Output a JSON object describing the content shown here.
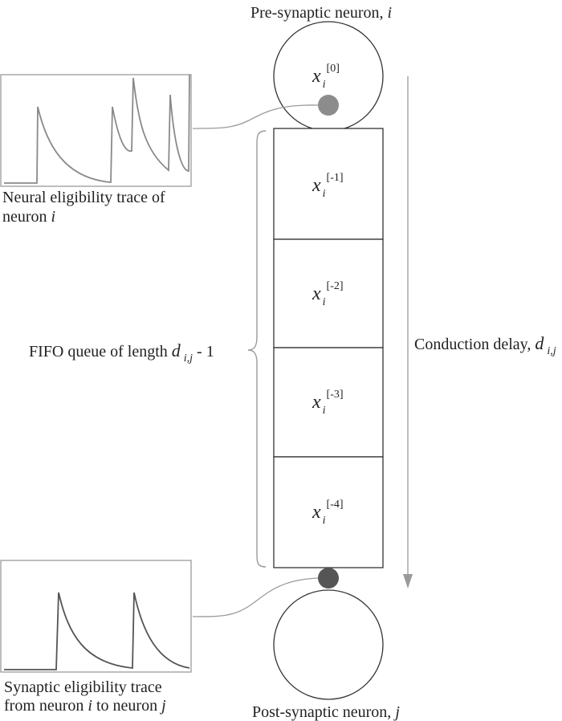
{
  "labels": {
    "pre_neuron": "Pre-synaptic neuron,",
    "pre_neuron_var": "i",
    "post_neuron": "Post-synaptic neuron,",
    "post_neuron_var": "j",
    "neural_trace_line1": "Neural eligibility trace of",
    "neural_trace_line2": "neuron",
    "neural_trace_var": "i",
    "synaptic_trace_line1": "Synaptic eligibility trace",
    "synaptic_trace_line2_a": "from neuron",
    "synaptic_trace_line2_i": "i",
    "synaptic_trace_line2_b": "to neuron",
    "synaptic_trace_line2_j": "j",
    "fifo_text": "FIFO queue of length",
    "fifo_var": "d",
    "fifo_sub": "i,j",
    "fifo_suffix": "- 1",
    "delay_text": "Conduction delay,",
    "delay_var": "d",
    "delay_sub": "i,j"
  },
  "variables": {
    "base": "x",
    "sub": "i",
    "pre_sup": "[0]",
    "queue": [
      "[-1]",
      "[-2]",
      "[-3]",
      "[-4]"
    ]
  },
  "colors": {
    "stroke": "#333333",
    "light_gray": "#9a9a9a",
    "pre_dot": "#8c8c8c",
    "post_dot": "#555555",
    "trace": "#8a8a8a"
  }
}
